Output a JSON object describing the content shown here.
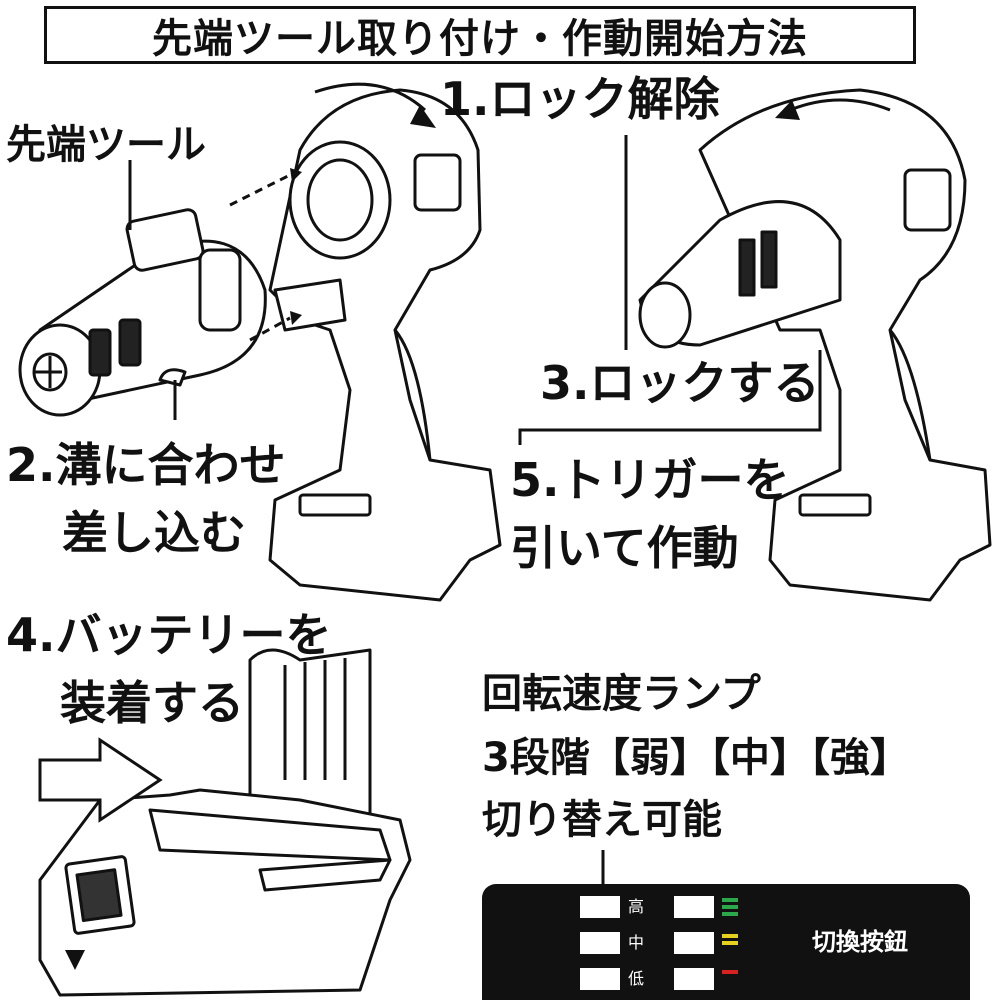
{
  "title": "先端ツール取り付け・作動開始方法",
  "labels": {
    "tip_tool": "先端ツール",
    "step1": "1.ロック解除",
    "step2_line1": "2.溝に合わせ",
    "step2_line2": "差し込む",
    "step3": "3.ロックする",
    "step4_line1": "4.バッテリーを",
    "step4_line2": "装着する",
    "step5_line1": "5.トリガーを",
    "step5_line2": "引いて作動"
  },
  "speed_lamp": {
    "line1": "回転速度ランプ",
    "line2": "3段階【弱】【中】【強】",
    "line3": "切り替え可能"
  },
  "panel": {
    "levels": [
      {
        "label": "高",
        "bars": 3,
        "color": "#2aa84a"
      },
      {
        "label": "中",
        "bars": 2,
        "color": "#e6d21e"
      },
      {
        "label": "低",
        "bars": 1,
        "color": "#d82222"
      }
    ],
    "switch_label": "切換按鈕"
  }
}
